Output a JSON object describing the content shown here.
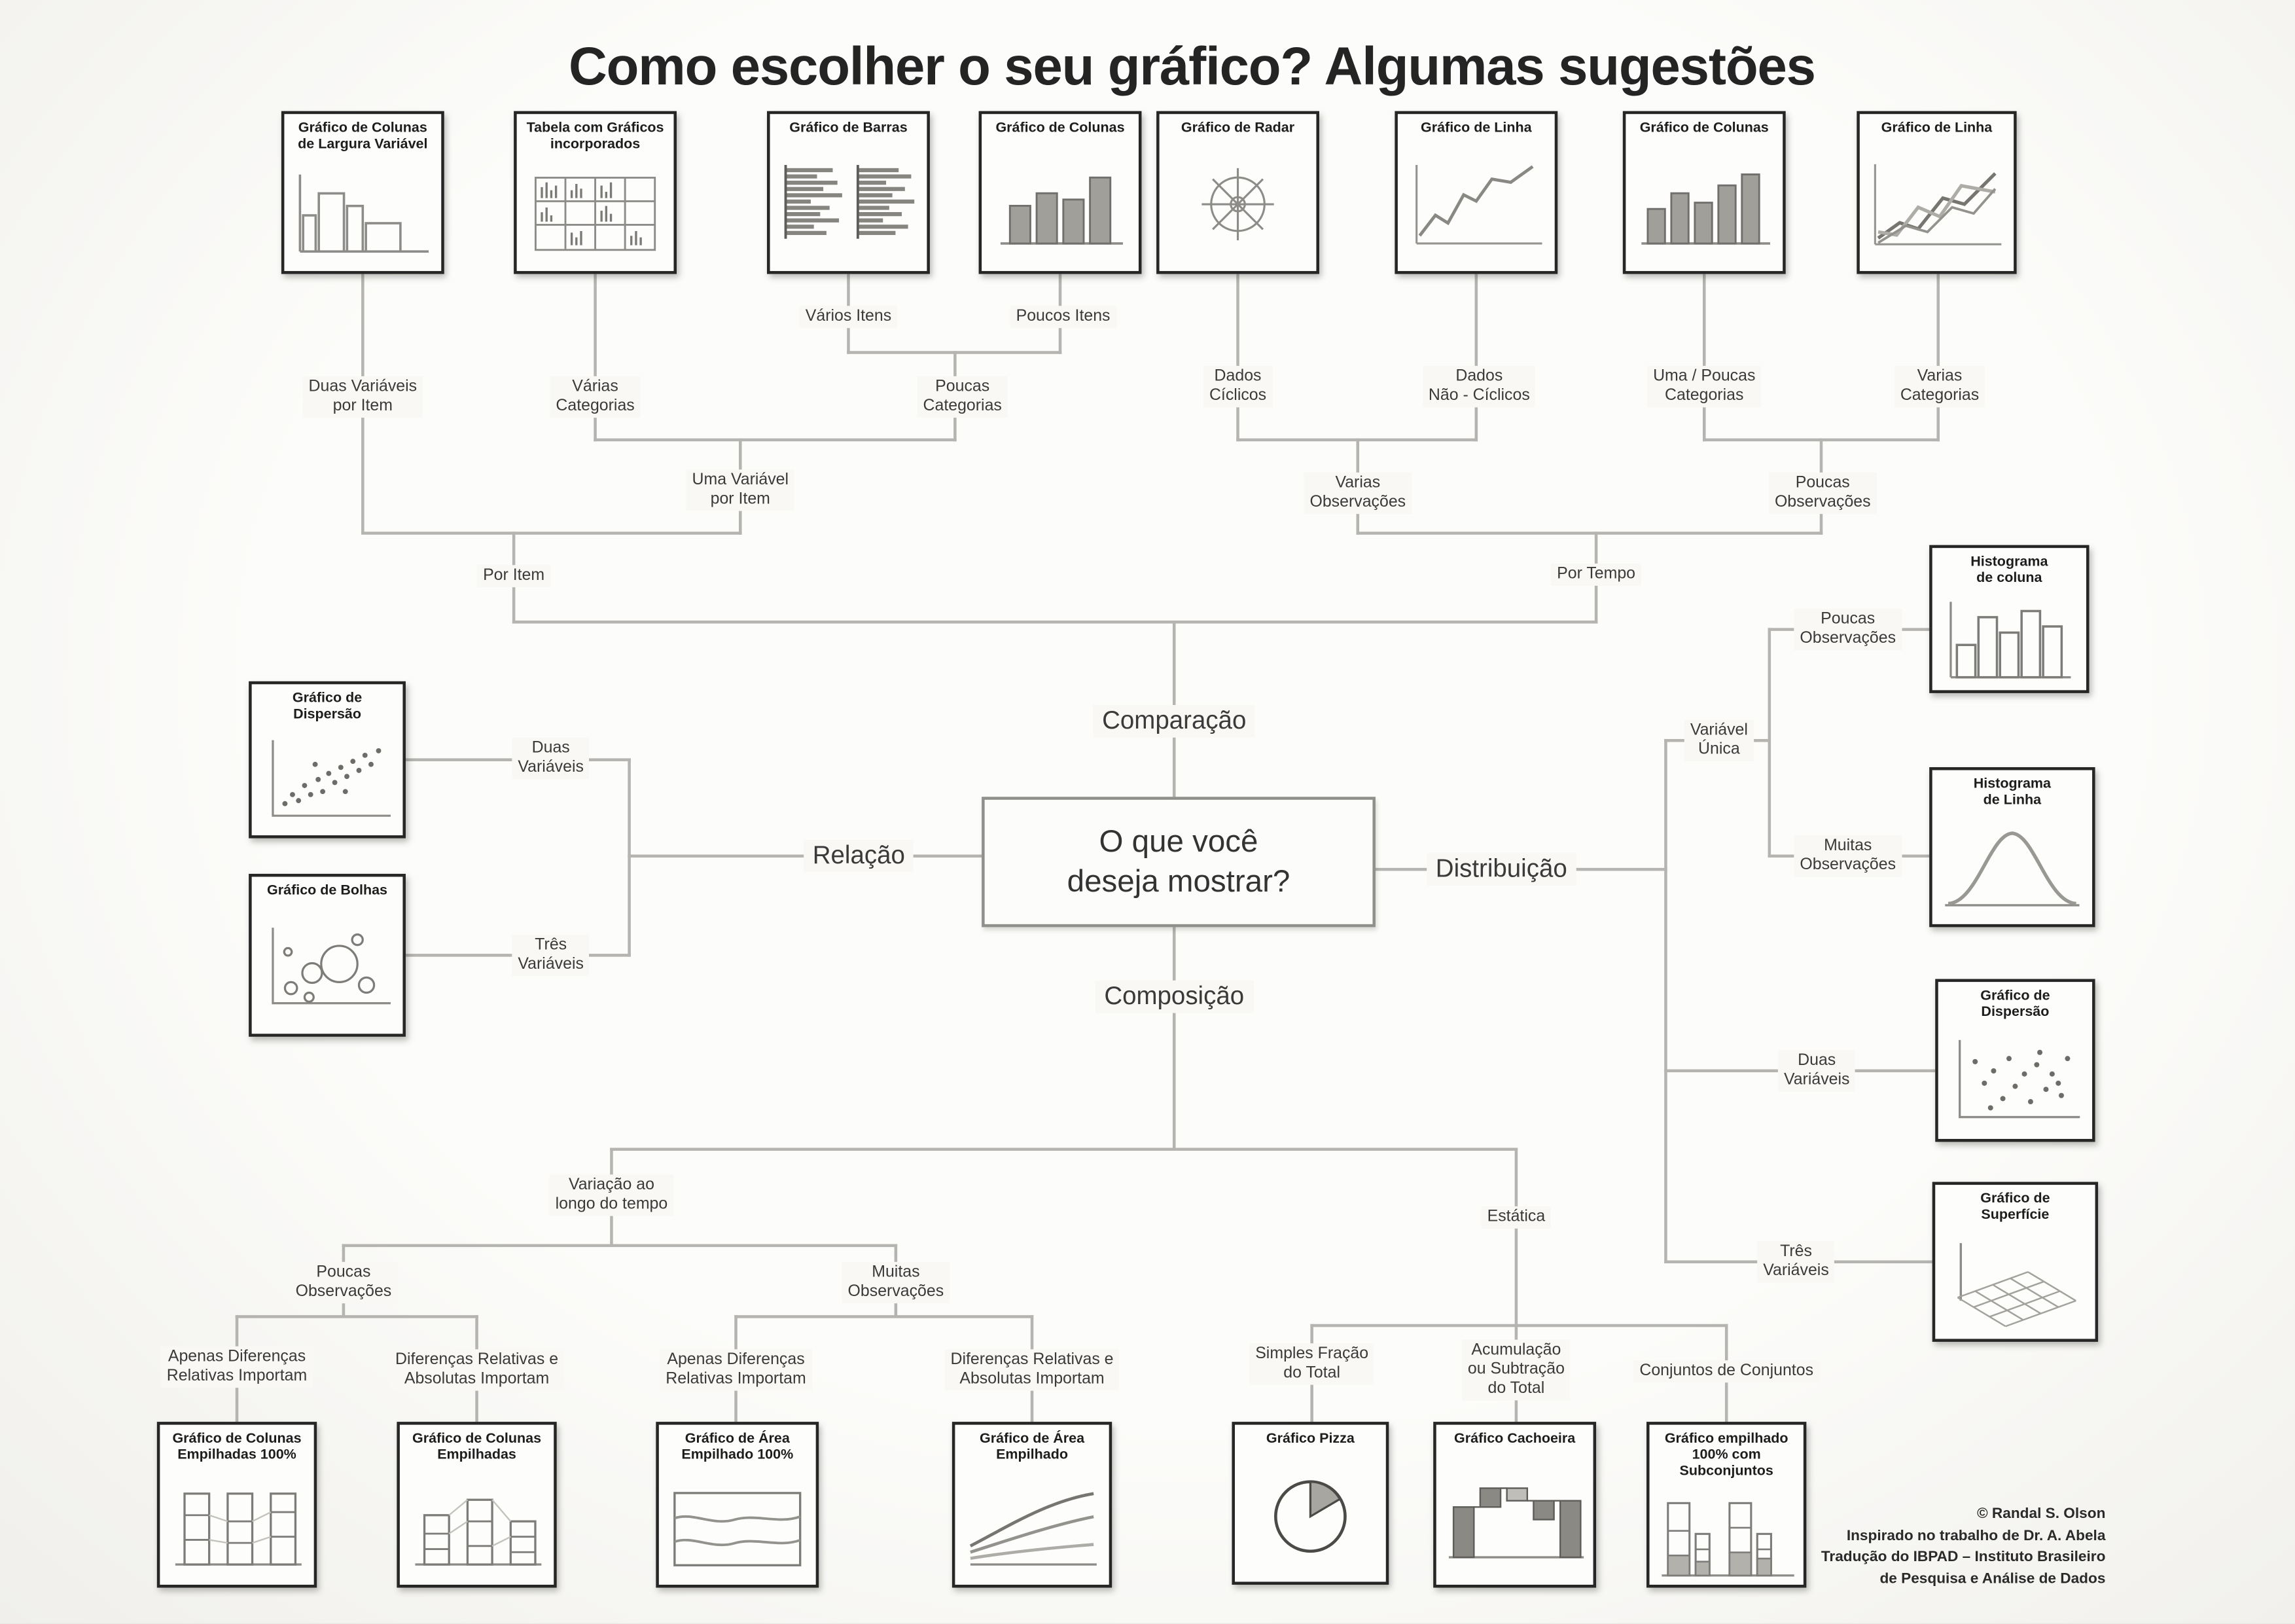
{
  "title": "Como escolher o seu gráfico? Algumas sugestões",
  "center_question": "O que você\ndeseja mostrar?",
  "branches": {
    "comparacao": "Comparação",
    "relacao": "Relação",
    "distribuicao": "Distribuição",
    "composicao": "Composição"
  },
  "decisions": {
    "varios_itens": "Vários Itens",
    "poucos_itens": "Poucos Itens",
    "duas_variaveis_por_item": "Duas Variáveis\npor Item",
    "varias_categorias": "Várias\nCategorias",
    "poucas_categorias": "Poucas\nCategorias",
    "dados_ciclicos": "Dados\nCíclicos",
    "dados_nao_ciclicos": "Dados\nNão - Cíclicos",
    "uma_poucas_categorias": "Uma / Poucas\nCategorias",
    "varias_categorias_dir": "Varias\nCategorias",
    "uma_variavel_por_item": "Uma Variável\npor Item",
    "varias_observacoes": "Varias\nObservações",
    "poucas_observacoes_topo": "Poucas\nObservações",
    "por_item": "Por Item",
    "por_tempo": "Por Tempo",
    "duas_variaveis_esq": "Duas\nVariáveis",
    "tres_variaveis_esq": "Três\nVariáveis",
    "variavel_unica": "Variável\nÚnica",
    "poucas_observacoes_dir": "Poucas\nObservações",
    "muitas_observacoes_dir": "Muitas\nObservações",
    "duas_variaveis_dir": "Duas\nVariáveis",
    "tres_variaveis_dir": "Três\nVariáveis",
    "variacao_tempo": "Variação ao\nlongo do tempo",
    "estatica": "Estática",
    "poucas_observacoes_inf": "Poucas\nObservações",
    "muitas_observacoes_inf": "Muitas\nObservações",
    "apenas_dif_rel_1": "Apenas Diferenças\nRelativas Importam",
    "dif_rel_abs_1": "Diferenças Relativas e\nAbsolutas  Importam",
    "apenas_dif_rel_2": "Apenas Diferenças\nRelativas Importam",
    "dif_rel_abs_2": "Diferenças Relativas e\nAbsolutas  Importam",
    "simples_fracao": "Simples Fração\ndo Total",
    "acumulacao": "Acumulação\nou Subtração\ndo Total",
    "conjuntos": "Conjuntos de Conjuntos"
  },
  "charts": {
    "largura_variavel": "Gráfico de Colunas\nde Largura Variável",
    "tabela_graficos": "Tabela  com Gráficos\nincorporados",
    "barras": "Gráfico de Barras",
    "colunas_1": "Gráfico de Colunas",
    "radar": "Gráfico de  Radar",
    "linha_1": "Gráfico de  Linha",
    "colunas_2": "Gráfico de Colunas",
    "linha_2": "Gráfico de  Linha",
    "dispersao_esq": "Gráfico de\nDispersão",
    "bolhas": "Gráfico de Bolhas",
    "hist_coluna": "Histograma\nde coluna",
    "hist_linha": "Histograma\nde Linha",
    "dispersao_dir": "Gráfico de\nDispersão",
    "superficie": "Gráfico de\nSuperfície",
    "colunas_emp_100": "Gráfico de Colunas\nEmpilhadas 100%",
    "colunas_emp": "Gráfico de Colunas\nEmpilhadas",
    "area_emp_100": "Gráfico de Área\nEmpilhado 100%",
    "area_emp": "Gráfico de Área\nEmpilhado",
    "pizza": "Gráfico Pizza",
    "cachoeira": "Gráfico Cachoeira",
    "emp_subconjuntos": "Gráfico empilhado\n100% com\nSubconjuntos"
  },
  "credit": {
    "line1": "© Randal S. Olson",
    "line2": "Inspirado no trabalho de Dr. A. Abela",
    "line3": "Tradução do IBPAD – Instituto Brasileiro",
    "line4": "de Pesquisa e Análise de Dados"
  }
}
